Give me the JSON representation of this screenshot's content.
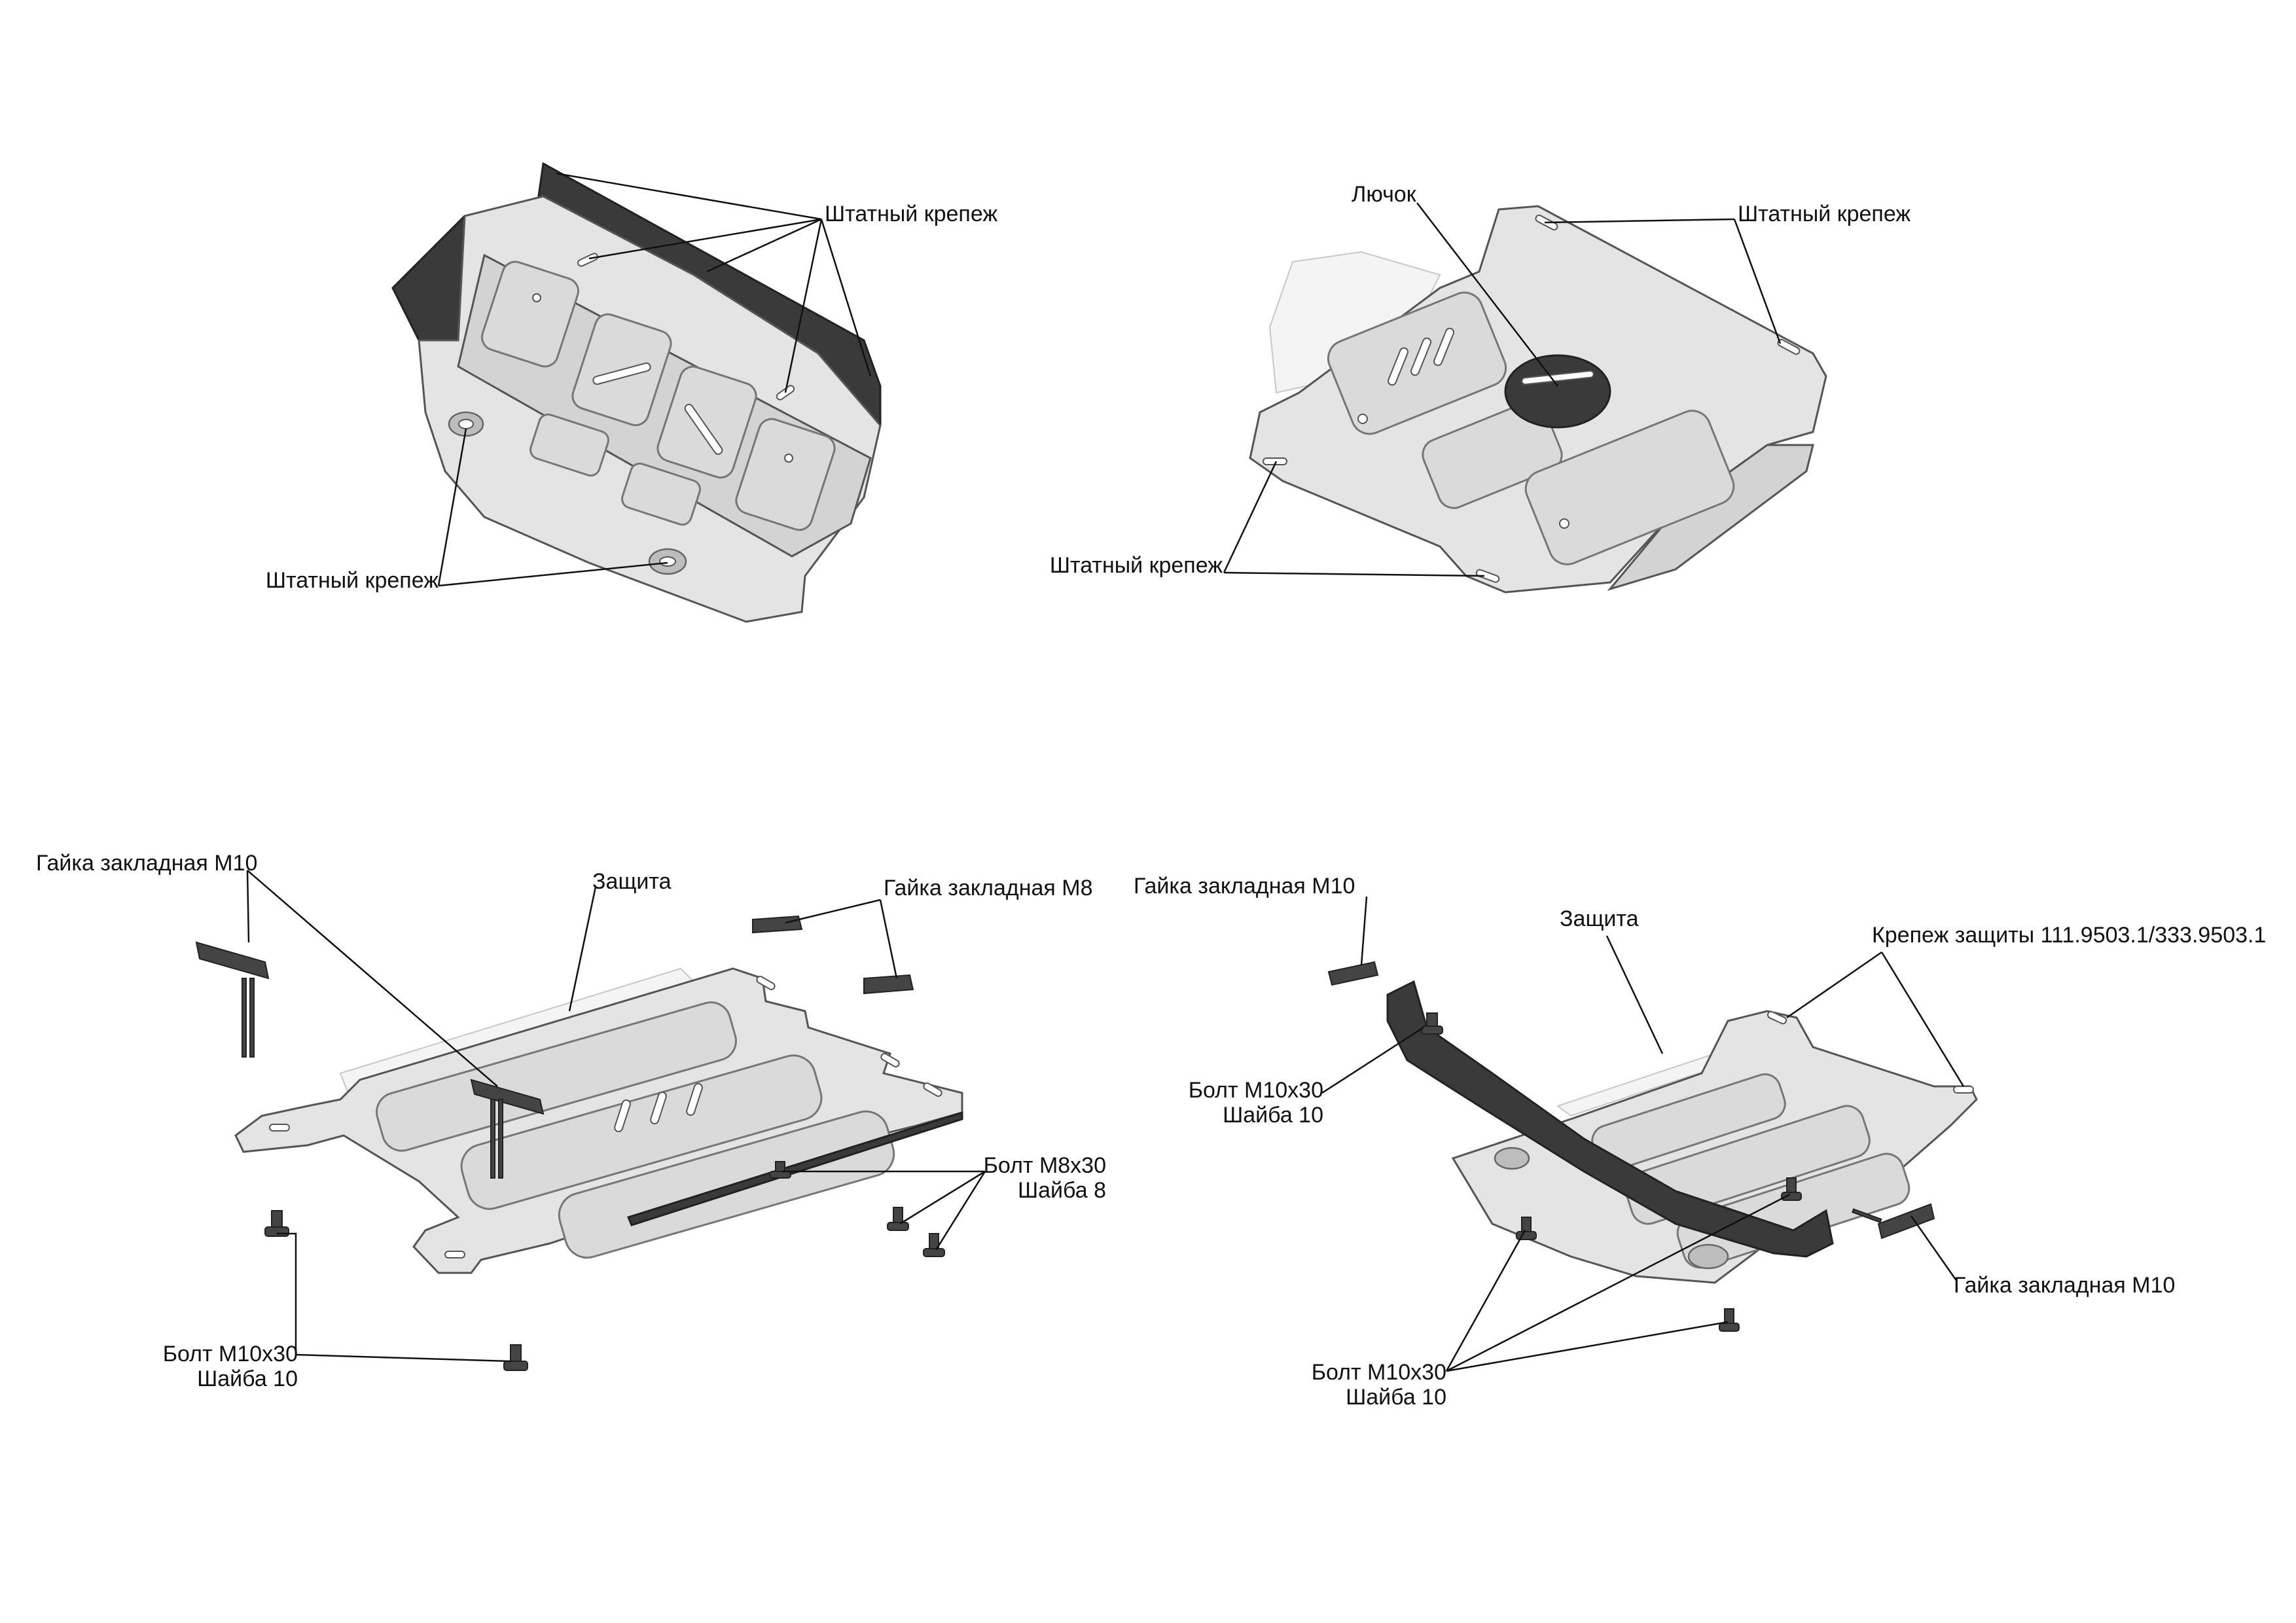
{
  "labels": {
    "v1_fixing_top": "Штатный крепеж",
    "v1_fixing_bottom": "Штатный крепеж",
    "v2_hatch": "Лючок",
    "v2_fixing_top": "Штатный крепеж",
    "v2_fixing_bottom": "Штатный крепеж",
    "v3_nut_m10": "Гайка закладная М10",
    "v3_guard": "Защита",
    "v3_nut_m8": "Гайка закладная М8",
    "v3_bolt_m8_line1": "Болт М8х30",
    "v3_bolt_m8_line2": "Шайба 8",
    "v3_bolt_m10_line1": "Болт М10х30",
    "v3_bolt_m10_line2": "Шайба 10",
    "v4_nut_m10_top": "Гайка закладная М10",
    "v4_guard": "Защита",
    "v4_mount": "Крепеж защиты 111.9503.1/333.9503.1",
    "v4_bolt_left_line1": "Болт М10х30",
    "v4_bolt_left_line2": "Шайба 10",
    "v4_nut_m10_right": "Гайка закладная М10",
    "v4_bolt_bottom_line1": "Болт М10х30",
    "v4_bolt_bottom_line2": "Шайба 10"
  },
  "colors": {
    "plate": "#e4e4e4",
    "dark_part": "#3a3a3a",
    "leader": "#111111"
  }
}
